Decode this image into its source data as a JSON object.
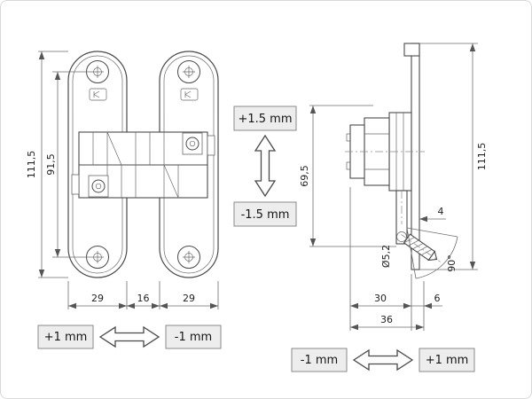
{
  "colors": {
    "line": "#4a4a4a",
    "dimension": "#6f6f6f",
    "badge_bg": "#ededed"
  },
  "front_view": {
    "height_outer": "111,5",
    "height_holes": "91,5",
    "width_left": "29",
    "width_center": "16",
    "width_right": "29"
  },
  "side_view": {
    "body_height": "69,5",
    "total_height": "111,5",
    "plate_thickness": "4",
    "hole_diameter": "Ø5,2",
    "swing_angle": "90°",
    "depth_body": "30",
    "depth_offset": "6",
    "depth_total": "36"
  },
  "adjustments": {
    "vertical_plus": "+1.5 mm",
    "vertical_minus": "-1.5 mm",
    "front_plus": "+1 mm",
    "front_minus": "-1 mm",
    "side_minus": "-1 mm",
    "side_plus": "+1 mm"
  }
}
